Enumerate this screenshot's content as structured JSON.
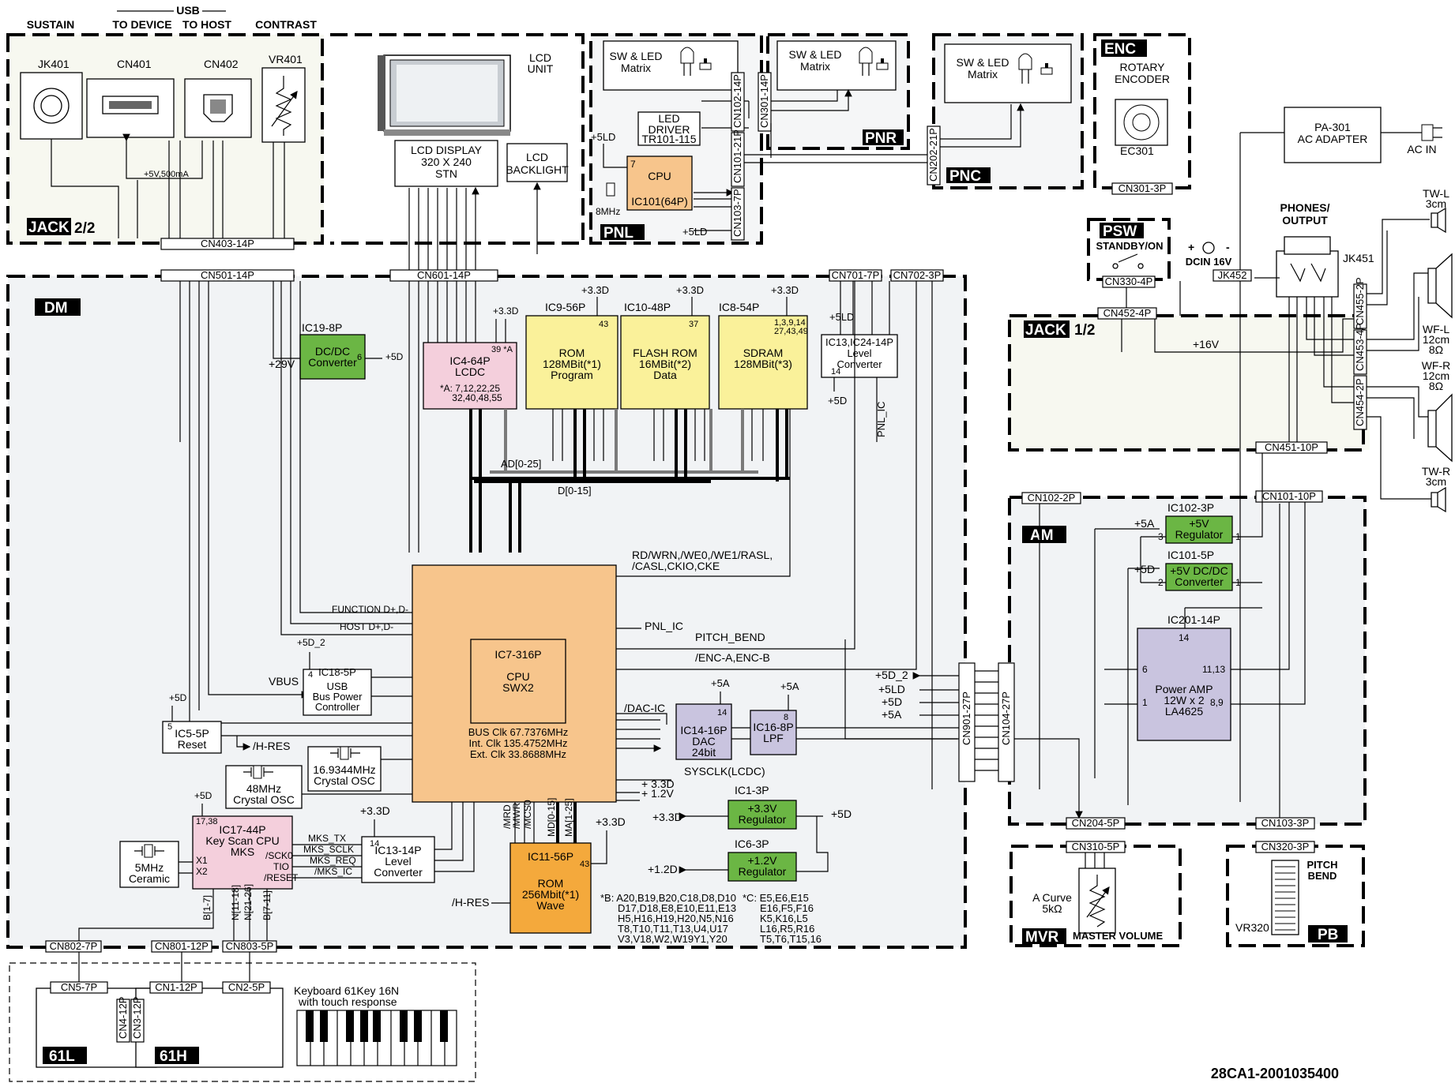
{
  "top_labels": {
    "sustain": "SUSTAIN",
    "usb": "USB",
    "to_device": "TO DEVICE",
    "to_host": "TO HOST",
    "contrast": "CONTRAST"
  },
  "jack22": {
    "tag": "JACK",
    "sub": "2/2",
    "jk401": "JK401",
    "cn401": "CN401",
    "cn402": "CN402",
    "vr401": "VR401",
    "power": "+5V,500mA",
    "cn403": "CN403-14P",
    "cn501": "CN501-14P"
  },
  "lcd": {
    "unit": "LCD",
    "unit2": "UNIT",
    "display": "LCD DISPLAY",
    "res": "320 X 240",
    "stn": "STN",
    "backlight1": "LCD",
    "backlight2": "BACKLIGHT",
    "cn601": "CN601-14P"
  },
  "pnl": {
    "tag": "PNL",
    "swled1": "SW & LED",
    "swled2": "Matrix",
    "led1": "LED",
    "led2": "DRIVER",
    "led3": "TR101-115",
    "cpu1": "CPU",
    "cpu2": "IC101(64P)",
    "pin7": "7",
    "p5ld": "+5LD",
    "xtal": "8MHz",
    "p5ld2": "+5LD",
    "cn102": "CN102-14P",
    "cn101": "CN101-21P",
    "cn103": "CN103-7P"
  },
  "pnr": {
    "tag": "PNR",
    "swled1": "SW & LED",
    "swled2": "Matrix",
    "cn301": "CN301-14P"
  },
  "pnc": {
    "tag": "PNC",
    "swled1": "SW & LED",
    "swled2": "Matrix",
    "cn202": "CN202-21P"
  },
  "enc": {
    "tag": "ENC",
    "rot1": "ROTARY",
    "rot2": "ENCODER",
    "ec": "EC301",
    "cn": "CN301-3P"
  },
  "psu": {
    "adapter1": "PA-301",
    "adapter2": "AC ADAPTER",
    "acin": "AC IN",
    "dcin": "DCIN 16V",
    "plus": "+",
    "minus": "-",
    "jk452": "JK452"
  },
  "psw": {
    "tag": "PSW",
    "label": "STANDBY/ON",
    "cn330": "CN330-4P",
    "cn452": "CN452-4P"
  },
  "jack12": {
    "tag": "JACK",
    "sub": "1/2",
    "phones1": "PHONES/",
    "phones2": "OUTPUT",
    "jk451": "JK451",
    "p16": "+16V",
    "cn455": "CN455-2P",
    "cn453": "CN453-4P",
    "cn454": "CN454-2P",
    "cn451": "CN451-10P"
  },
  "speakers": {
    "twl": "TW-L",
    "twl2": "3cm",
    "wfl": "WF-L",
    "wfl2": "12cm",
    "wfl3": "8Ω",
    "wfr": "WF-R",
    "wfr2": "12cm",
    "wfr3": "8Ω",
    "twr": "TW-R",
    "twr2": "3cm"
  },
  "dm": {
    "tag": "DM",
    "cn701": "CN701-7P",
    "cn702": "CN702-3P",
    "ic19_1": "IC19-8P",
    "ic19_2": "DC/DC",
    "ic19_3": "Converter",
    "ic19_pin": "6",
    "p29": "+29V",
    "p5d": "+5D",
    "ic4_1": "IC4-64P",
    "ic4_2": "LCDC",
    "ic4_3": "*A: 7,12,22,25",
    "ic4_4": "32,40,48,55",
    "ic4_pins": "39 *A",
    "ic9_1": "IC9-56P",
    "ic9_2": "ROM",
    "ic9_3": "128MBit(*1)",
    "ic9_4": "Program",
    "ic9_pin": "43",
    "ic10_1": "IC10-48P",
    "ic10_2": "FLASH ROM",
    "ic10_3": "16MBit(*2)",
    "ic10_4": "Data",
    "ic10_pin": "37",
    "ic8_1": "IC8-54P",
    "ic8_2": "SDRAM",
    "ic8_3": "128MBit(*3)",
    "ic8_pin1": "1,3,9,14",
    "ic8_pin2": "27,43,49",
    "ic13a_1": "IC13,IC24-14P",
    "ic13a_2": "Level",
    "ic13a_3": "Converter",
    "ic13a_pin": "14",
    "p33": "+3.3D",
    "p5ld": "+5LD",
    "pnl_ic": "PNL_IC",
    "ad": "AD[0-25]",
    "d015": "D[0-15]",
    "rd_line1": "RD/WRN,/WE0,/WE1/RASL,",
    "rd_line2": "/CASL,CKIO,CKE",
    "ic7_1": "IC7-316P",
    "ic7_2": "CPU",
    "ic7_3": "SWX2",
    "ic7_4": "BUS Clk 67.7376MHz",
    "ic7_5": "Int. Clk 135.4752MHz",
    "ic7_6": "Ext. Clk 33.8688MHz",
    "func": "FUNCTION D+,D-",
    "host": "HOST D+,D-",
    "vbus": "VBUS",
    "pnl_ic2": "PNL_IC",
    "pitch": "PITCH_BEND",
    "enc": "/ENC-A,ENC-B",
    "dac_ic": "/DAC-IC",
    "sysclk": "SYSCLK(LCDC)",
    "p33b": "+ 3.3D",
    "p12c": "+ 1.2V",
    "ic18_1": "IC18-5P",
    "ic18_2": "USB",
    "ic18_3": "Bus Power",
    "ic18_4": "Controller",
    "ic18_pin": "4",
    "p5d2": "+5D_2",
    "ic5_1": "IC5-5P",
    "ic5_2": "Reset",
    "ic5_pin": "5",
    "hres": "/H-RES",
    "osc1_1": "16.9344MHz",
    "osc1_2": "Crystal OSC",
    "osc2_1": "48MHz",
    "osc2_2": "Crystal OSC",
    "ic14_1": "IC14-16P",
    "ic14_2": "DAC",
    "ic14_3": "24bit",
    "ic14_pin": "14",
    "p5a": "+5A",
    "ic16_1": "IC16-8P",
    "ic16_2": "LPF",
    "ic16_pin": "8",
    "ic17_1": "IC17-44P",
    "ic17_2": "Key Scan CPU",
    "ic17_3": "MKS",
    "ic17_pin": "17,38",
    "ic17_x1": "X1",
    "ic17_x2": "X2",
    "ic17_sck": "/SCK0",
    "ic17_tio": "TIO",
    "ic17_reset": "/RESET",
    "mks_tx": "MKS_TX",
    "mks_sclk": "MKS_SCLK",
    "mks_req": "MKS_REQ",
    "mks_ic": "/MKS_IC",
    "ic13b_1": "IC13-14P",
    "ic13b_2": "Level",
    "ic13b_3": "Converter",
    "ic13b_pin": "14",
    "cer1": "5MHz",
    "cer2": "Ceramic",
    "ic11_1": "IC11-56P",
    "ic11_2": "ROM",
    "ic11_3": "256Mbit(*1)",
    "ic11_4": "Wave",
    "ic11_pin": "43",
    "ic1_1": "IC1-3P",
    "ic1_2": "+3.3V",
    "ic1_3": "Regulator",
    "ic6_1": "IC6-3P",
    "ic6_2": "+1.2V",
    "ic6_3": "Regulator",
    "p12d": "+1.2D",
    "noteB1": "*B:  A20,B19,B20,C18,D8,D10",
    "noteB2": "D17,D18,E8,E10,E11,E13",
    "noteB3": "H5,H16,H19,H20,N5,N16",
    "noteB4": "T8,T10,T11,T13,U4,U17",
    "noteB5": "V3,V18,W2,W19Y1,Y20",
    "noteC1": "*C:  E5,E6,E15",
    "noteC2": "E16,F5,F16",
    "noteC3": "K5,K16,L5",
    "noteC4": "L16,R5,R16",
    "noteC5": "T5,T6,T15,16",
    "cn802": "CN802-7P",
    "cn801": "CN801-12P",
    "cn803": "CN803-5P",
    "cn901": "CN901-27P",
    "b17": "B[1-7]",
    "n1118": "N[11-18]",
    "n2126": "N[21-26]",
    "b711": "B[7-11]",
    "mrd": "/MRD",
    "mwr": "/MWR",
    "mcs": "/MCS0",
    "md": "MD[0-15]",
    "ma": "MA[1-25]",
    "rails": [
      "+5D_2",
      "+5LD",
      "+5D",
      "+5A"
    ]
  },
  "am": {
    "tag": "AM",
    "cn102": "CN102-2P",
    "cn101": "CN101-10P",
    "cn104": "CN104-27P",
    "cn204": "CN204-5P",
    "cn103": "CN103-3P",
    "ic102_1": "IC102-3P",
    "ic102_2": "+5V",
    "ic102_3": "Regulator",
    "ic101_1": "IC101-5P",
    "ic101_2": "+5V DC/DC",
    "ic101_3": "Converter",
    "p5a": "+5A",
    "p5d": "+5D",
    "pin3": "3",
    "pin1": "1",
    "pin2": "2",
    "pin1b": "1",
    "ic201_1": "IC201-14P",
    "ic201_2": "Power AMP",
    "ic201_3": "12W x 2",
    "ic201_4": "LA4625",
    "ic201_p14": "14",
    "ic201_p6": "6",
    "ic201_p1": "1",
    "ic201_p1113": "11,13",
    "ic201_p89": "8,9"
  },
  "mvr": {
    "tag": "MVR",
    "label": "MASTER VOLUME",
    "curve1": "A Curve",
    "curve2": "5kΩ",
    "cn": "CN310-5P"
  },
  "pb": {
    "tag": "PB",
    "label1": "PITCH",
    "label2": "BEND",
    "vr": "VR320",
    "cn": "CN320-3P"
  },
  "kbd": {
    "cn5": "CN5-7P",
    "cn1": "CN1-12P",
    "cn2": "CN2-5P",
    "cn4": "CN4-12P",
    "cn3": "CN3-12P",
    "t61l": "61L",
    "t61h": "61H",
    "desc1": "Keyboard 61Key 16N",
    "desc2": "with touch response"
  },
  "part_no": "28CA1-2001035400"
}
